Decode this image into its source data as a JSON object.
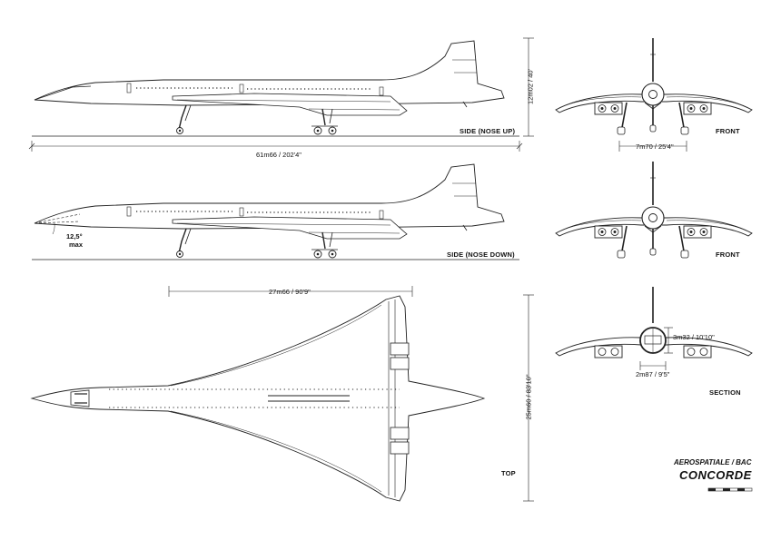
{
  "views": {
    "side_nose_up": "SIDE (NOSE UP)",
    "side_nose_down": "SIDE (NOSE DOWN)",
    "front_1": "FRONT",
    "front_2": "FRONT",
    "section": "SECTION",
    "top": "TOP"
  },
  "dimensions": {
    "length": "61m66 / 202'4\"",
    "height": "12m02 / 40'",
    "track": "7m70 / 25'4\"",
    "wingspan": "27m66 / 90'9\"",
    "top_length": "25m60 / 83'10\"",
    "section_height": "3m32 / 10'10\"",
    "section_width": "2m87 / 9'5\"",
    "nose_angle": "12,5°",
    "nose_angle_note": "max"
  },
  "title": {
    "maker": "AEROSPATIALE / BAC",
    "aircraft": "CONCORDE"
  },
  "colors": {
    "line": "#222222",
    "paper": "#ffffff"
  }
}
